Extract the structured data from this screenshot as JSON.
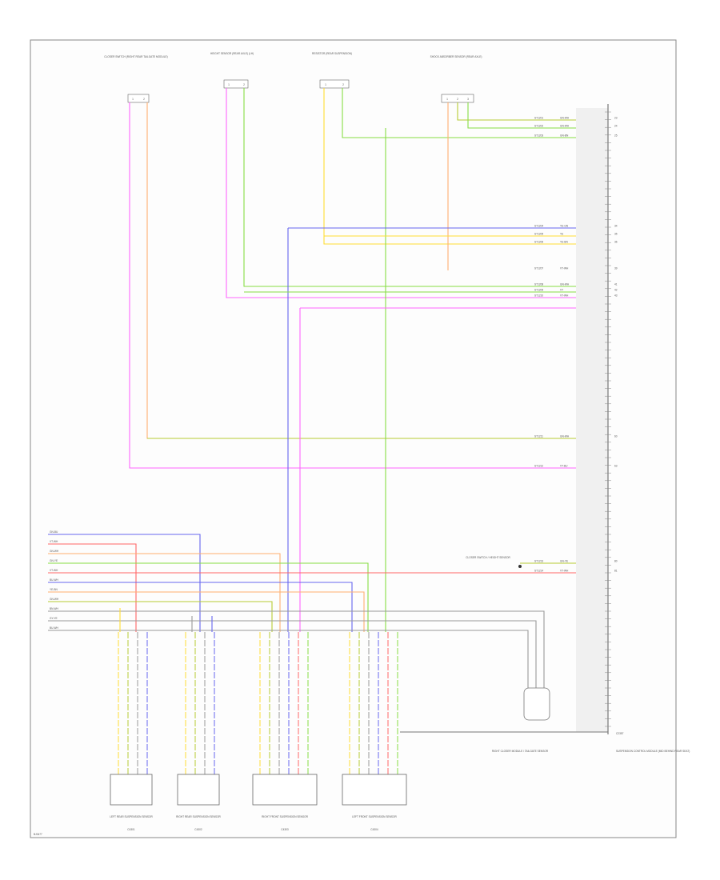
{
  "diagram": {
    "footer_code": "BJ0477",
    "wire_colors": {
      "pink": "#ff66ff",
      "orange": "#ffb070",
      "green": "#88dd44",
      "olive": "#b8cc33",
      "yellow": "#ffdd33",
      "blue": "#6666ee",
      "red": "#ff6666",
      "gray": "#999999",
      "dark": "#444444"
    },
    "top_connectors": [
      {
        "label": "CLOSER SWITCH (RIGHT REAR TAILGATE MODULE)",
        "pins": [
          "1",
          "2"
        ]
      },
      {
        "label": "HEIGHT SENSOR (REAR AXLE) (LH)",
        "pins": [
          "1",
          "2"
        ]
      },
      {
        "label": "RESISTOR (REAR SUSPENSION)",
        "pins": [
          "1",
          "2"
        ]
      },
      {
        "label": "SHOCK ABSORBER SENSOR (REAR AXLE)",
        "pins": [
          "1",
          "2",
          "3"
        ]
      }
    ],
    "module": {
      "label": "SUSPENSION CONTROL MODULE (MID BEHIND REAR SEAT)",
      "connector_id": "C2357"
    },
    "module_wires": [
      {
        "code": "ST1201",
        "color": "GN-WH",
        "pin": "23"
      },
      {
        "code": "ST1202",
        "color": "GN-WH",
        "pin": "24"
      },
      {
        "code": "ST1203",
        "color": "GN-BN",
        "pin": "25"
      },
      {
        "code": "ST1204",
        "color": "YE-GN",
        "pin": "34"
      },
      {
        "code": "ST1205",
        "color": "YE",
        "pin": "35"
      },
      {
        "code": "ST1206",
        "color": "YE-BN",
        "pin": "36"
      },
      {
        "code": "ST1207",
        "color": "VT-WH",
        "pin": "39"
      },
      {
        "code": "ST1208",
        "color": "GN-WH",
        "pin": "41"
      },
      {
        "code": "ST1209",
        "color": "VT",
        "pin": "42"
      },
      {
        "code": "ST1210",
        "color": "VT-WH",
        "pin": "43"
      },
      {
        "code": "ST1211",
        "color": "GN-WH",
        "pin": "60"
      },
      {
        "code": "ST1212",
        "color": "VT-BU",
        "pin": "63"
      },
      {
        "code": "ST1213",
        "color": "GN-YE",
        "pin": "80"
      },
      {
        "code": "ST1214",
        "color": "VT-WH",
        "pin": "81"
      }
    ],
    "harness_wires": [
      "GN-BU",
      "VT-WH",
      "GN-WH",
      "GN-YE",
      "VT-WH",
      "BU-WH",
      "YE-BN",
      "GN-WH",
      "BN-WH",
      "GY-YE",
      "BU-WH"
    ],
    "bottom_sensors": [
      {
        "label": "LEFT REAR SUSPENSION SENSOR",
        "id": "C4301"
      },
      {
        "label": "RIGHT REAR SUSPENSION SENSOR",
        "id": "C4302"
      },
      {
        "label": "RIGHT FRONT SUSPENSION SENSOR",
        "id": "C4303"
      },
      {
        "label": "LEFT FRONT SUSPENSION SENSOR",
        "id": "C4304"
      }
    ],
    "center_module_label": "RIGHT CLOSER MODULE / TAILGATE SENSOR",
    "mid_right_label": "CLOSER SWITCH / HEIGHT SENSOR"
  }
}
